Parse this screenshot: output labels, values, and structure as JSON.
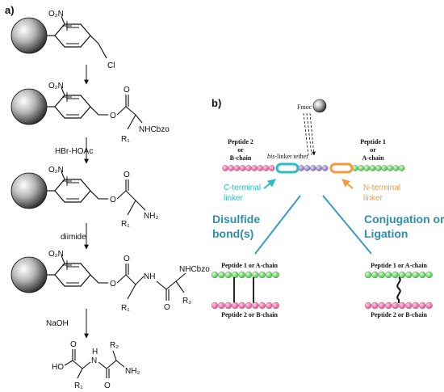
{
  "panel_a": {
    "label": "a)",
    "step1": {
      "no2": "O₂N",
      "cl": "Cl"
    },
    "step2": {
      "no2": "O₂N",
      "o": "O",
      "nh": "NHCbzo",
      "r": "R₁"
    },
    "reagent1": "HBr-HOAc",
    "step3": {
      "no2": "O₂N",
      "o": "O",
      "nh2": "NH₂",
      "r": "R₁"
    },
    "reagent2": "diimide",
    "step4": {
      "no2": "O₂N",
      "o": "O",
      "nh": "NH",
      "nhcbzo": "NHCbzo",
      "r1": "R₁",
      "r2": "R₂"
    },
    "reagent3": "NaOH",
    "product": {
      "ho": "HO",
      "o": "O",
      "h": "H",
      "n": "N",
      "r1": "R₁",
      "r2": "R₂",
      "nh2": "NH₂"
    }
  },
  "panel_b": {
    "label": "b)",
    "fmoc": "Fmoc",
    "tether_italic": "bis",
    "tether_rest": "-linker tether",
    "peptide2_lines": [
      "Peptide 2",
      "or",
      "B-chain"
    ],
    "peptide1_lines": [
      "Peptide 1",
      "or",
      "A-chain"
    ],
    "c_linker": [
      "C-terminal",
      "linker"
    ],
    "n_linker": [
      "N-terminal",
      "linker"
    ],
    "disulfide": [
      "Disulfide",
      "bond(s)"
    ],
    "conjugation": [
      "Conjugation or",
      "Ligation"
    ],
    "left_top": "Peptide 1 or A-chain",
    "left_bottom": "Peptide 2 or B-chain",
    "right_top": "Peptide 1 or A-chain",
    "right_bottom": "Peptide 2 or B-chain"
  },
  "colors": {
    "pink": "#f06aa6",
    "green": "#5fd45a",
    "purple": "#8e7cc3",
    "teal": "#2bbfbf",
    "orange": "#f39a3a",
    "blue_text": "#2a8fb0",
    "line_blue": "#3b9ac4"
  }
}
